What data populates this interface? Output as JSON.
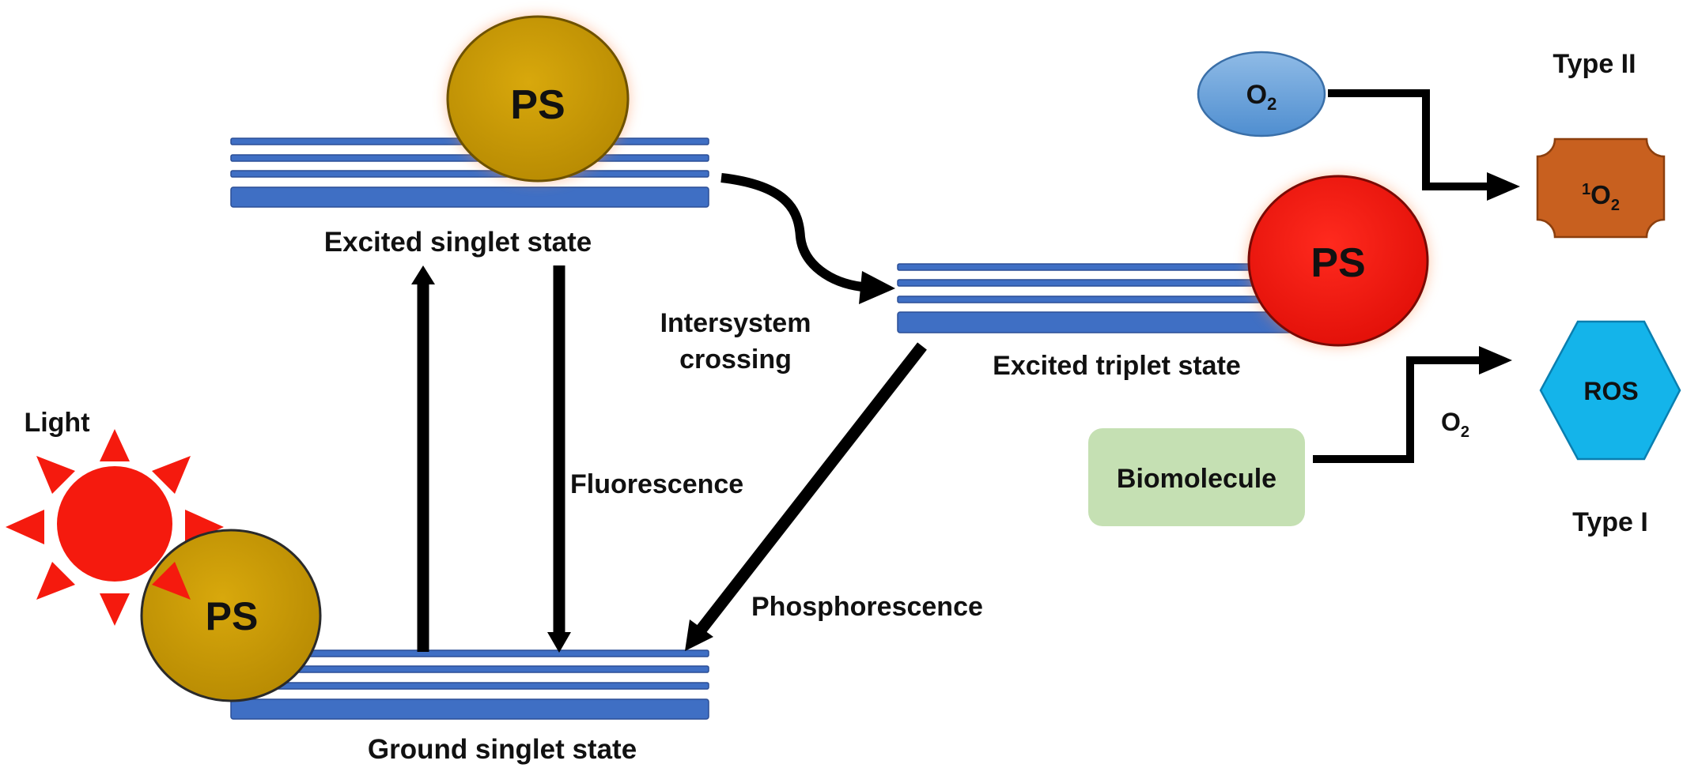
{
  "colors": {
    "level_line": "#3f6fc4",
    "level_line_edge": "#2b4f96",
    "ps_gold": "#c99a06",
    "ps_red": "#f21b14",
    "sun_red": "#f51a0e",
    "o2_blue": "#5b9bd5",
    "singlet_oxygen_orange": "#c8601f",
    "ros_cyan": "#14b4ea",
    "biomolecule_green": "#c5e0b3",
    "arrow_black": "#000000"
  },
  "states": {
    "excited_singlet": {
      "label": "Excited singlet state",
      "ps": "PS"
    },
    "excited_triplet": {
      "label": "Excited triplet state",
      "ps": "PS"
    },
    "ground_singlet": {
      "label": "Ground singlet state",
      "ps": "PS"
    }
  },
  "light": {
    "label": "Light",
    "icon": "sun-icon"
  },
  "transitions": {
    "fluorescence": "Fluorescence",
    "intersystem_line1": "Intersystem",
    "intersystem_line2": "crossing",
    "phosphorescence": "Phosphorescence"
  },
  "reactions": {
    "type2": {
      "label": "Type II",
      "reactant": "O",
      "reactant_sub": "2",
      "product_sup": "1",
      "product": "O",
      "product_sub": "2"
    },
    "type1": {
      "label": "Type I",
      "reactant": "Biomolecule",
      "via": "O",
      "via_sub": "2",
      "product": "ROS"
    }
  }
}
